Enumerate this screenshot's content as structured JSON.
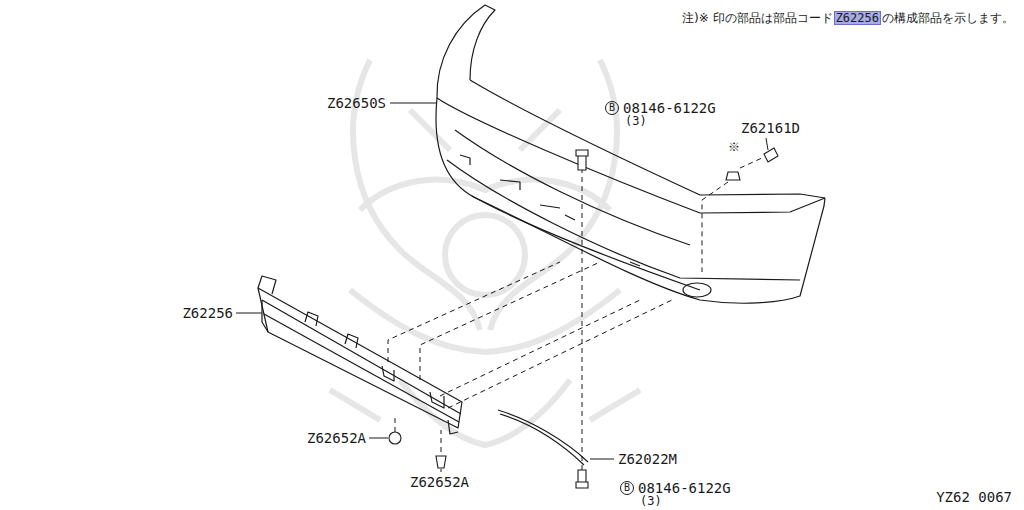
{
  "diagram": {
    "labels": [
      "注)※ 印の部品は部品コード",
      "Z62256",
      "の構成部品を示します。",
      "Z62650S",
      "B",
      "08146-6122G",
      "(3)",
      "Z62161D",
      "※",
      "Z62256",
      "Z62652A",
      "Z62652A",
      "Z62022M",
      "B",
      "08146-6122G",
      "(3)",
      "YZ62 0067"
    ]
  }
}
